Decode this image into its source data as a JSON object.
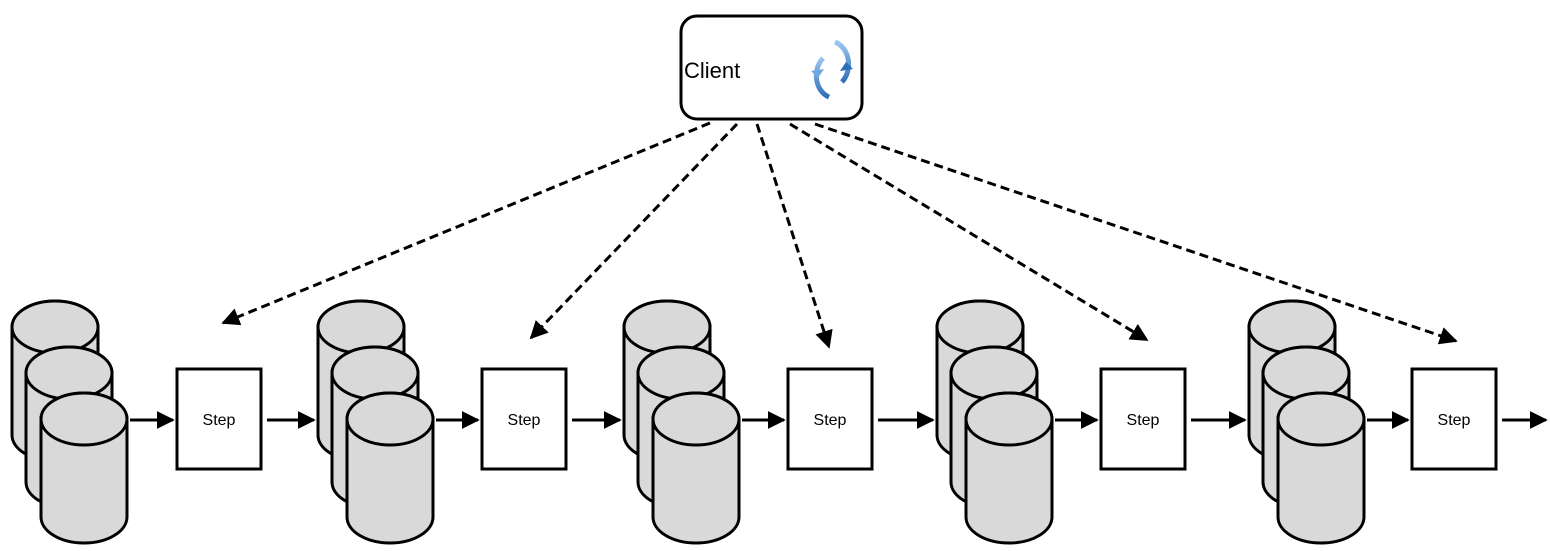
{
  "client": {
    "label": "Client",
    "icon": "refresh-cycle-icon",
    "icon_color": "#4a90d9"
  },
  "steps": [
    {
      "label": "Step"
    },
    {
      "label": "Step"
    },
    {
      "label": "Step"
    },
    {
      "label": "Step"
    },
    {
      "label": "Step"
    }
  ],
  "colors": {
    "cylinder_fill": "#d9d9d9",
    "stroke": "#000000",
    "box_fill": "#ffffff"
  }
}
